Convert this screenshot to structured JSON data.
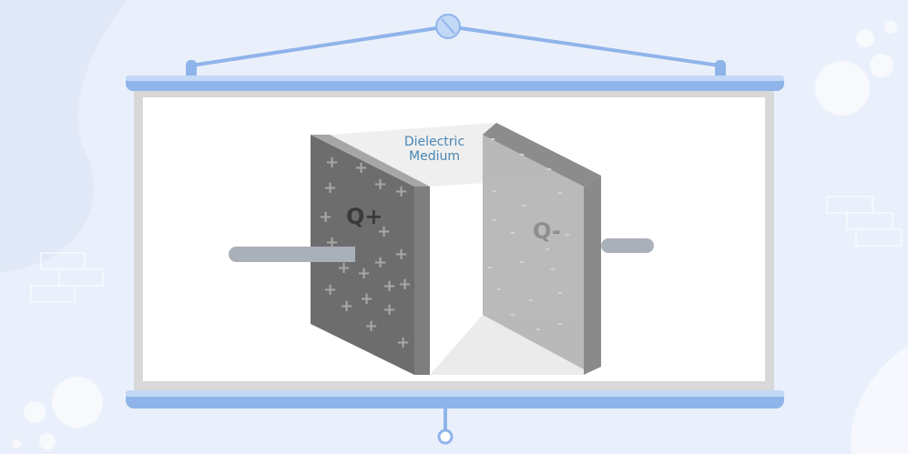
{
  "diagram": {
    "dielectric_label_line1": "Dielectric",
    "dielectric_label_line2": "Medium",
    "positive_plate_label": "Q+",
    "negative_plate_label": "Q-",
    "positive_symbol": "+",
    "negative_symbol": "-"
  },
  "colors": {
    "background": "#eaf0fb",
    "screen_bar": "#8fb4ea",
    "screen_bar_light": "#c3d8f6",
    "label_blue": "#4a86b3",
    "plate_dark": "#6d6d6d",
    "plate_edge": "#8a8a8a",
    "plate_light": "#b4b4b4",
    "wire": "#aab0b8"
  }
}
